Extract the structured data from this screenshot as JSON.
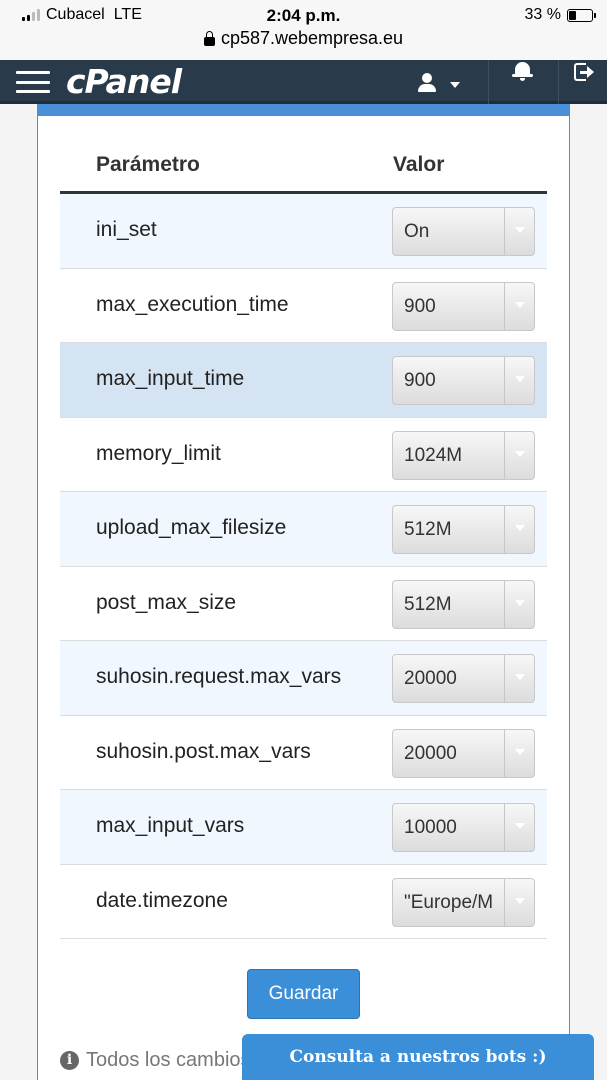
{
  "status_bar": {
    "carrier": "Cubacel",
    "network": "LTE",
    "time": "2:04 p.m.",
    "battery_text": "33 %",
    "battery_level": 0.33,
    "url": "cp587.webempresa.eu"
  },
  "navbar": {
    "logo": "cPanel"
  },
  "table": {
    "headers": {
      "param": "Parámetro",
      "value": "Valor"
    },
    "rows": [
      {
        "param": "ini_set",
        "value": "On"
      },
      {
        "param": "max_execution_time",
        "value": "900"
      },
      {
        "param": "max_input_time",
        "value": "900"
      },
      {
        "param": "memory_limit",
        "value": "1024M"
      },
      {
        "param": "upload_max_filesize",
        "value": "512M"
      },
      {
        "param": "post_max_size",
        "value": "512M"
      },
      {
        "param": "suhosin.request.max_vars",
        "value": "20000"
      },
      {
        "param": "suhosin.post.max_vars",
        "value": "20000"
      },
      {
        "param": "max_input_vars",
        "value": "10000"
      },
      {
        "param": "date.timezone",
        "value": "\"Europe/M"
      }
    ]
  },
  "save_label": "Guardar",
  "info_text": "Todos los cambios",
  "info_icon_glyph": "i",
  "chat_button": "Consulta a nuestros bots :)",
  "colors": {
    "navbar": "#293a4a",
    "accent": "#3a8fd8",
    "row_alt": "#f1f7fe",
    "row_hover": "#d5e4f2"
  }
}
